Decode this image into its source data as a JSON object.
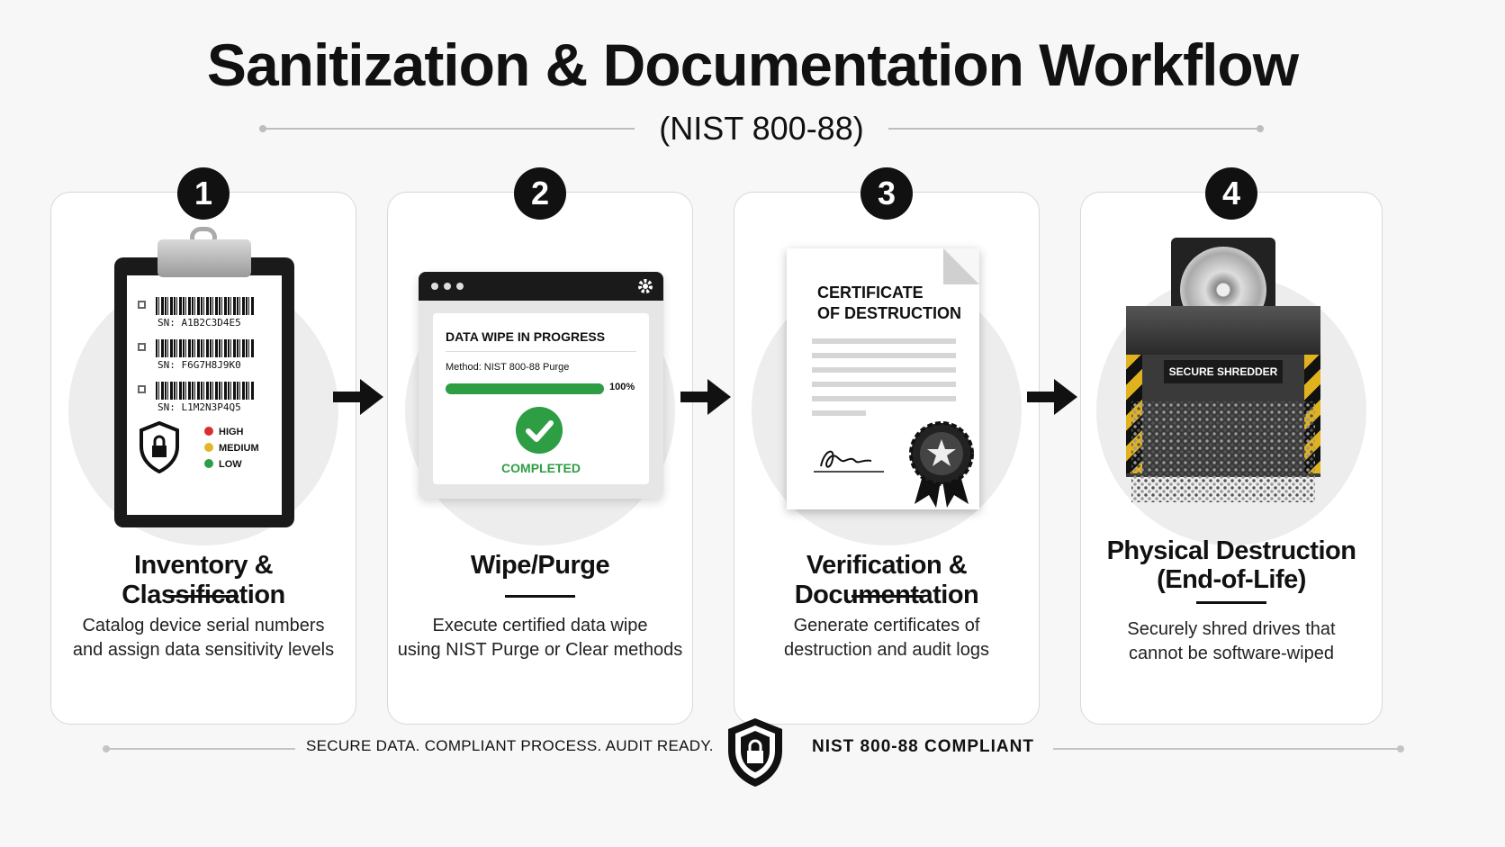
{
  "header": {
    "title": "Sanitization & Documentation Workflow",
    "subtitle": "(NIST 800-88)"
  },
  "steps": [
    {
      "number": "1",
      "title": "Inventory & Classification",
      "description": [
        "Catalog device serial numbers",
        "and assign data sensitivity levels"
      ],
      "illustration": {
        "serials": [
          "SN: A1B2C3D4E5",
          "SN: F6G7H8J9K0",
          "SN: L1M2N3P4Q5"
        ],
        "levels": [
          {
            "label": "HIGH",
            "color": "#d9302b"
          },
          {
            "label": "MEDIUM",
            "color": "#e4b42a"
          },
          {
            "label": "LOW",
            "color": "#2e9e45"
          }
        ],
        "icon": "shield-lock-icon"
      }
    },
    {
      "number": "2",
      "title": "Wipe/Purge",
      "description": [
        "Execute certified data wipe",
        "using NIST Purge or Clear methods"
      ],
      "illustration": {
        "window_title": "DATA WIPE IN PROGRESS",
        "method": "Method: NIST 800-88 Purge",
        "progress": 1.0,
        "progress_label": "100%",
        "status": "COMPLETED",
        "status_color": "#2e9e45",
        "icon": "check-circle-icon"
      }
    },
    {
      "number": "3",
      "title": "Verification & Documentation",
      "description": [
        "Generate certificates of",
        "destruction and audit logs"
      ],
      "illustration": {
        "certificate_title": [
          "CERTIFICATE",
          "OF DESTRUCTION"
        ],
        "icon": "award-seal-icon"
      }
    },
    {
      "number": "4",
      "title": [
        "Physical Destruction",
        "(End-of-Life)"
      ],
      "description": [
        "Securely shred drives that",
        "cannot be software-wiped"
      ],
      "illustration": {
        "shredder_label": "SECURE SHREDDER",
        "icon": "hard-drive-icon"
      }
    }
  ],
  "footer": {
    "left": "SECURE DATA.  COMPLIANT PROCESS.  AUDIT READY.",
    "right": "NIST 800-88 COMPLIANT",
    "icon": "shield-lock-icon"
  },
  "colors": {
    "accent_green": "#2e9e45",
    "dark": "#111111",
    "hazard_yellow": "#e0b21e"
  }
}
